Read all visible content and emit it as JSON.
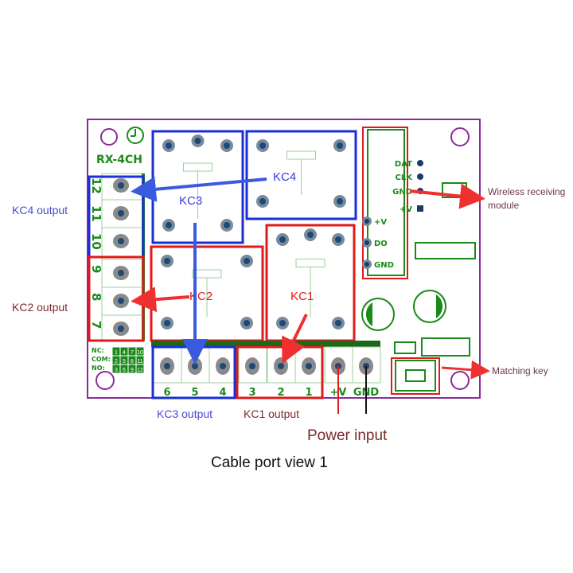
{
  "board": {
    "model": "RX-4CH",
    "left_terminal_labels": [
      "12",
      "11",
      "10",
      "9",
      "8",
      "7"
    ],
    "bottom_terminal_labels": [
      "6",
      "5",
      "4",
      "3",
      "2",
      "1",
      "+V",
      "GND"
    ],
    "relay_labels": {
      "kc1": "KC1",
      "kc2": "KC2",
      "kc3": "KC3",
      "kc4": "KC4"
    },
    "module_pins": [
      "DAT",
      "CLK",
      "GND",
      "+V"
    ],
    "header_pins": [
      "+V",
      "DO",
      "GND"
    ],
    "legend_rows": [
      "NC:",
      "COM:",
      "NO:"
    ],
    "legend_grid": [
      [
        "1",
        "4",
        "7",
        "10"
      ],
      [
        "2",
        "5",
        "8",
        "11"
      ],
      [
        "3",
        "6",
        "9",
        "12"
      ]
    ]
  },
  "annotations": {
    "kc4_output": "KC4 output",
    "kc2_output": "KC2 output",
    "kc3_output": "KC3 output",
    "kc1_output": "KC1 output",
    "power_input": "Power input",
    "wireless_line1": "Wireless receiving",
    "wireless_line2": "module",
    "matching_key": "Matching key"
  },
  "caption": "Cable port view 1",
  "colors": {
    "board_outline": "#8b2a9b",
    "silkscreen": "#1a8a1a",
    "blue_highlight": "#1a2fd6",
    "red_highlight": "#e01a1a",
    "blue_label": "#4a4ad0",
    "red_label": "#7a2a2a"
  }
}
